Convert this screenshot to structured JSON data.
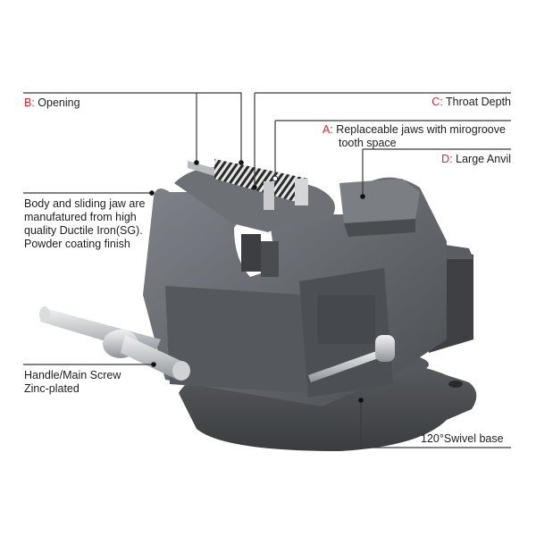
{
  "image": {
    "subject": "bench-vise",
    "background_color": "#ffffff",
    "body_color": "#5f6266",
    "jaw_color": "#c9cbcd",
    "accent_color": "#e0242b",
    "leader_color": "#3a3a3a"
  },
  "callouts": {
    "opening": {
      "key": "B:",
      "text": " Opening"
    },
    "throat_depth": {
      "key": "C:",
      "text": " Throat Depth"
    },
    "jaws": {
      "key": "A:",
      "text": " Replaceable jaws with mirogroove",
      "line2": "tooth space"
    },
    "anvil": {
      "key": "D:",
      "text": " Large Anvil"
    },
    "body": {
      "lines": [
        "Body and sliding jaw are",
        "manufatured from high",
        "quality Ductile Iron(SG).",
        "Powder coating finish"
      ]
    },
    "handle": {
      "lines": [
        "Handle/Main Screw",
        "Zinc-plated"
      ]
    },
    "swivel": {
      "text": "120°Swivel base"
    }
  }
}
